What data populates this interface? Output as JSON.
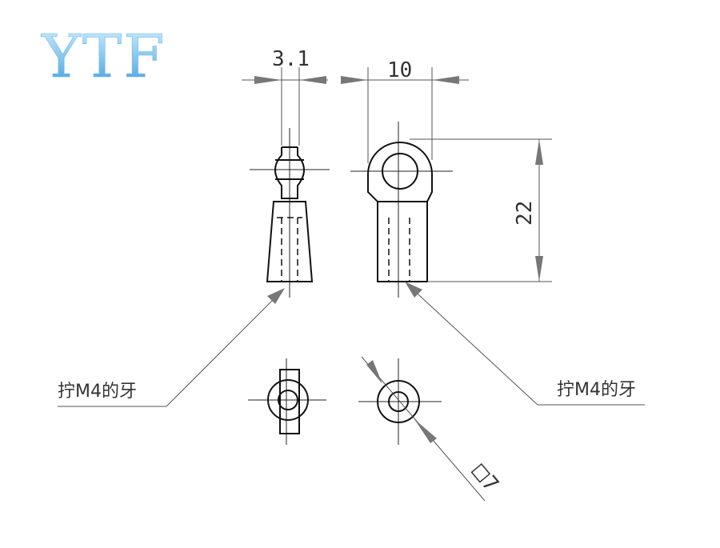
{
  "logo": {
    "text": "YTF"
  },
  "dimensions": {
    "side_width": "3.1",
    "front_width": "10",
    "height": "22",
    "hole_diameter": "7"
  },
  "notes": {
    "thread_left": "拧M4的牙",
    "thread_right": "拧M4的牙"
  },
  "colors": {
    "logo_top": "#cfeeff",
    "logo_bottom": "#3a9be0",
    "line": "#111111",
    "leader": "#777777"
  }
}
